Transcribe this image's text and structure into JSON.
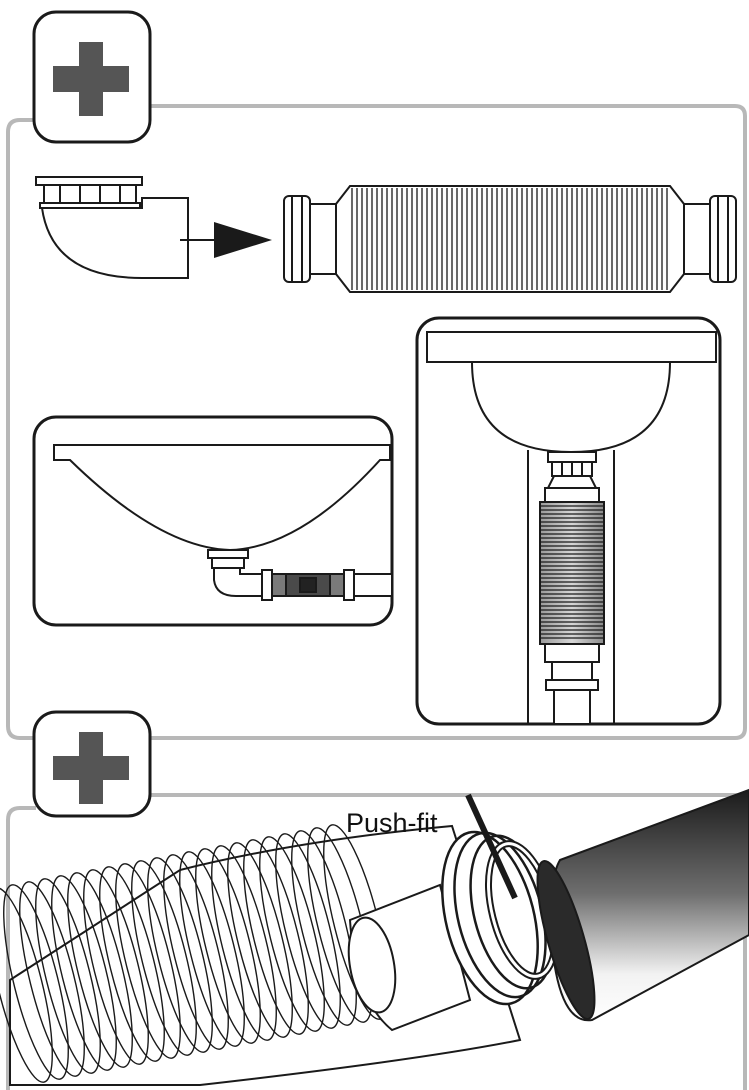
{
  "diagram": {
    "sections": [
      {
        "marker": "plus-icon",
        "panels": [
          "adapter-to-hose",
          "sink-side-view",
          "sink-front-view"
        ]
      },
      {
        "marker": "plus-icon",
        "panels": [
          "push-fit-closeup"
        ]
      }
    ],
    "callout": {
      "label": "Push-fit"
    },
    "colors": {
      "stroke": "#1a1a1a",
      "frame": "#b8b8b8",
      "plus": "#555555",
      "hose_fill": "#8a8a8a"
    }
  }
}
